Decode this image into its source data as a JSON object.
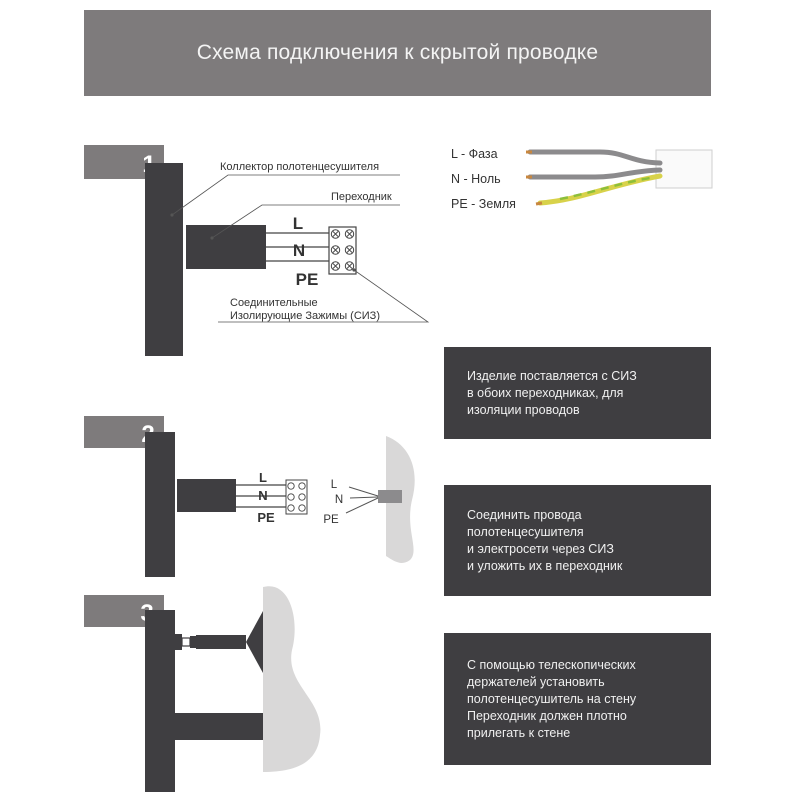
{
  "header": {
    "title": "Схема подключения к скрытой проводке"
  },
  "steps": [
    {
      "number": "1"
    },
    {
      "number": "2"
    },
    {
      "number": "3"
    }
  ],
  "step1_labels": {
    "collector": "Коллектор полотенцесушителя",
    "adapter": "Переходник",
    "clamps_line1": "Соединительные",
    "clamps_line2": "Изолирующие Зажимы (СИЗ)"
  },
  "wires": {
    "l": "L",
    "n": "N",
    "pe": "PE"
  },
  "cable_legend": {
    "phase": "L - Фаза",
    "neutral": "N - Ноль",
    "earth": "PE - Земля"
  },
  "notes": [
    {
      "text": "Изделие поставляется с СИЗ\nв обоих переходниках, для\nизоляции проводов"
    },
    {
      "text": "Соединить провода\nполотенцесушителя\nи электросети через СИЗ\nи уложить их в переходник"
    },
    {
      "text": "С помощью телескопических\nдержателей установить\nполотенцесушитель на стену\nПереходник должен плотно\nприлегать к стене"
    }
  ],
  "colors": {
    "header_bg": "#7e7b7c",
    "dark": "#3f3e41",
    "wall": "#d9d8d8",
    "wire_grey": "#8c8b8d",
    "earth_yellow": "#d8d24a",
    "earth_green": "#8cbf3a",
    "copper": "#c8873f"
  }
}
